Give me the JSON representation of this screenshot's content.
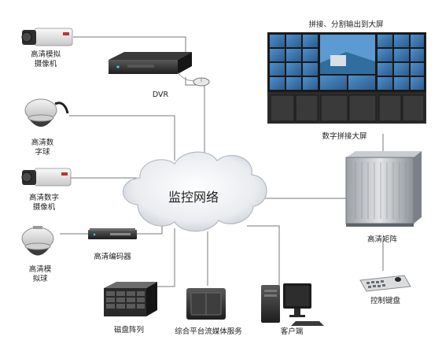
{
  "network": {
    "label": "监控网络"
  },
  "devices": {
    "hd_analog_camera": {
      "line1": "高清模拟",
      "line2": "摄像机"
    },
    "dvr": {
      "label": "DVR"
    },
    "hd_dome": {
      "line1": "高清数",
      "line2": "字球"
    },
    "hd_digital_camera": {
      "line1": "高清数字",
      "line2": "摄像机"
    },
    "hd_encoder": {
      "label": "高清编码器"
    },
    "hd_analog_dome": {
      "line1": "高清模",
      "line2": "拟球"
    },
    "disk_array": {
      "label": "磁盘阵列"
    },
    "media_server": {
      "label": "综合平台流媒体服务"
    },
    "client": {
      "label": "客户端"
    },
    "video_wall": {
      "title": "拼接、分割输出到大屏",
      "label": "数字拼接大屏"
    },
    "matrix": {
      "label": "高清矩阵"
    },
    "keyboard": {
      "label": "控制键盘"
    }
  },
  "colors": {
    "line": "#777777",
    "cloud": "#dfe3e8",
    "wall_frame": "#2a2a2a",
    "screen_blue": "#3c78b4"
  }
}
